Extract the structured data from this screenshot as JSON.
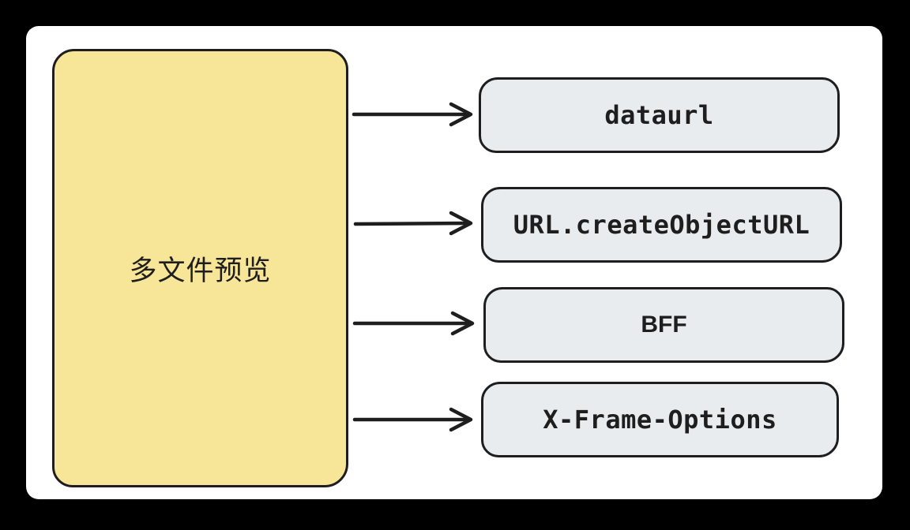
{
  "diagram": {
    "source": {
      "label": "多文件预览"
    },
    "targets": [
      {
        "label": "dataurl"
      },
      {
        "label": "URL.createObjectURL"
      },
      {
        "label": "BFF"
      },
      {
        "label": "X-Frame-Options"
      }
    ],
    "colors": {
      "background": "#000000",
      "card": "#ffffff",
      "source_fill": "#f7e698",
      "target_fill": "#e9ecef",
      "stroke": "#1e1e1e"
    }
  }
}
